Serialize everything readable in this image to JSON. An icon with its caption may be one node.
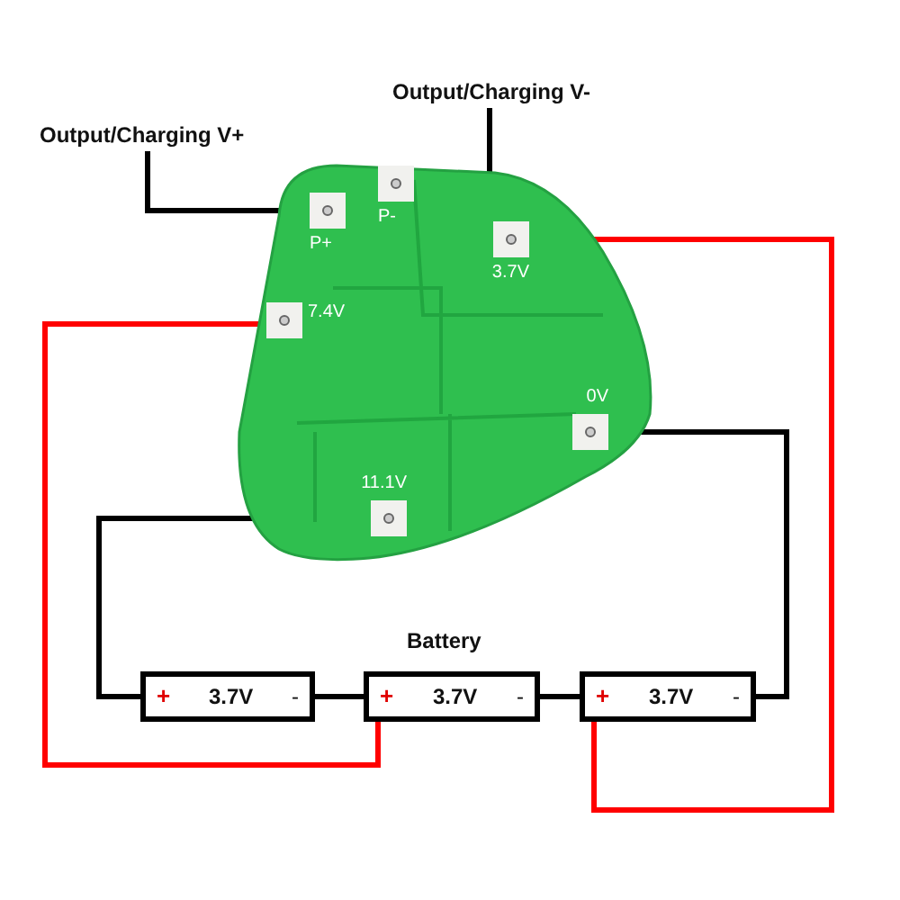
{
  "diagram": {
    "nodes": [
      {
        "text": [
          "Output/Charging V+"
        ]
      },
      {
        "text": [
          "Output/Charging V-"
        ]
      },
      {
        "text": [],
        "shape": "picture"
      },
      {
        "text": [
          "P+"
        ],
        "in": 2
      },
      {
        "text": [
          "P-"
        ],
        "in": 2
      },
      {
        "text": [
          "3.7V"
        ],
        "in": 2
      },
      {
        "text": [
          "7.4V"
        ],
        "in": 2
      },
      {
        "text": [
          "0V"
        ],
        "in": 2
      },
      {
        "text": [
          "11.1V"
        ],
        "in": 2
      },
      {
        "text": [
          "+",
          "3.7V",
          "-"
        ]
      },
      {
        "text": [
          "+",
          "3.7V",
          "-"
        ]
      },
      {
        "text": [
          "+",
          "3.7V",
          "-"
        ]
      }
    ],
    "edges": [
      {
        "from": 0,
        "to": 3,
        "arrow": "none"
      },
      {
        "from": 1,
        "to": 4,
        "arrow": "none"
      },
      {
        "from": 5,
        "to": 11,
        "arrow": "none",
        "color": "#ff0000"
      },
      {
        "from": 6,
        "to": 10,
        "arrow": "none",
        "color": "#ff0000"
      },
      {
        "from": 7,
        "to": 11,
        "arrow": "none"
      },
      {
        "from": 8,
        "to": 9,
        "arrow": "none"
      },
      {
        "from": 9,
        "to": 10,
        "arrow": "none"
      },
      {
        "from": 10,
        "to": 11,
        "arrow": "none"
      }
    ],
    "labels": [
      "Battery"
    ]
  }
}
